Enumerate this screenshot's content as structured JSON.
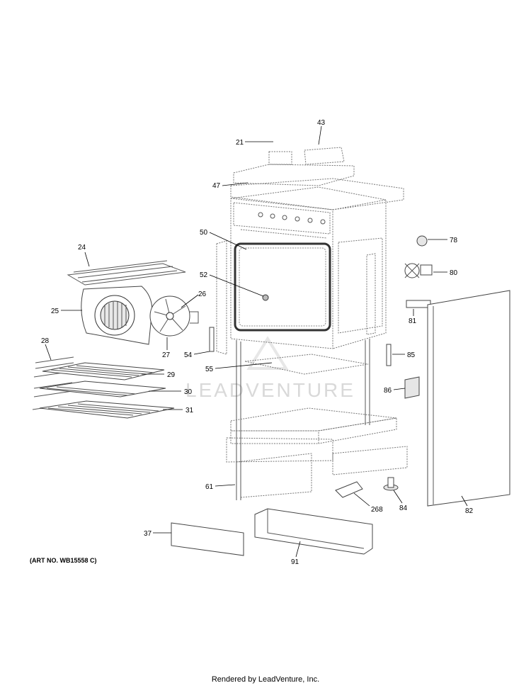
{
  "art_number": "(ART NO. WB15558 C)",
  "footer": "Rendered by LeadVenture, Inc.",
  "watermark": "LEADVENTURE",
  "callouts": {
    "p21": "21",
    "p43": "43",
    "p47": "47",
    "p50": "50",
    "p52": "52",
    "p78": "78",
    "p80": "80",
    "p81": "81",
    "p24": "24",
    "p25": "25",
    "p26": "26",
    "p27": "27",
    "p54": "54",
    "p85": "85",
    "p28": "28",
    "p29": "29",
    "p55": "55",
    "p30": "30",
    "p86": "86",
    "p31": "31",
    "p61": "61",
    "p268": "268",
    "p84": "84",
    "p82": "82",
    "p37": "37",
    "p91": "91"
  }
}
